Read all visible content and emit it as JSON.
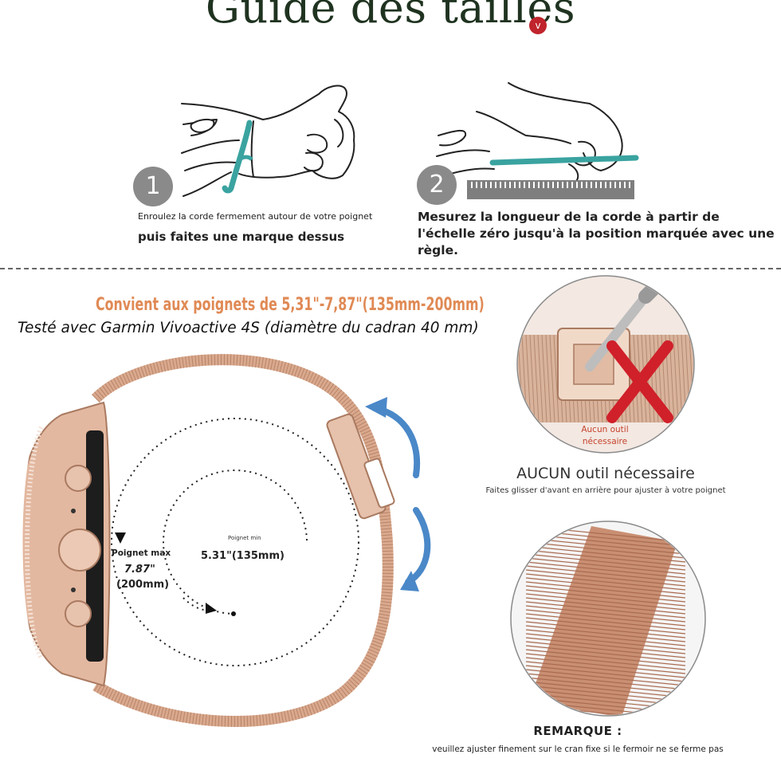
{
  "header": {
    "title": "Guide des tailles",
    "badge": "v"
  },
  "step1": {
    "number": "1",
    "caption_small": "Enroulez la corde fermement autour de votre poignet",
    "caption_bold": "puis faites une marque dessus"
  },
  "step2": {
    "number": "2",
    "caption": "Mesurez la longueur de la corde à partir de l'échelle zéro jusqu'à la position marquée avec une règle."
  },
  "fit": {
    "range_text": "Convient aux poignets de 5,31\"-7,87\"(135mm-200mm)",
    "tested_text": "Testé avec Garmin Vivoactive 4S (diamètre du cadran 40 mm)"
  },
  "wrist": {
    "max_label": "Poignet max",
    "max_value": "7.87\"",
    "max_mm": "(200mm)",
    "min_label": "Poignet min",
    "min_value": "5.31\"(135mm)"
  },
  "no_tool": {
    "badge": "Aucun outil nécessaire",
    "title": "AUCUN outil nécessaire",
    "subtitle": "Faites glisser d'avant en arrière pour ajuster à votre poignet"
  },
  "remark": {
    "title": "REMARQUE :",
    "text": "veuillez ajuster finement sur le cran fixe si le fermoir ne se ferme pas"
  },
  "colors": {
    "title": "#1f3320",
    "accent_orange": "#e08a55",
    "cord_teal": "#3aa3a0",
    "arrow_blue": "#4a88c8",
    "rose_gold": "#d9a98e",
    "cross_red": "#d0202a"
  },
  "icons": [
    "hand-wrap-illustration",
    "ruler-illustration",
    "watch-band-illustration",
    "pin-tool-icon",
    "cross-icon",
    "mesh-closeup"
  ]
}
